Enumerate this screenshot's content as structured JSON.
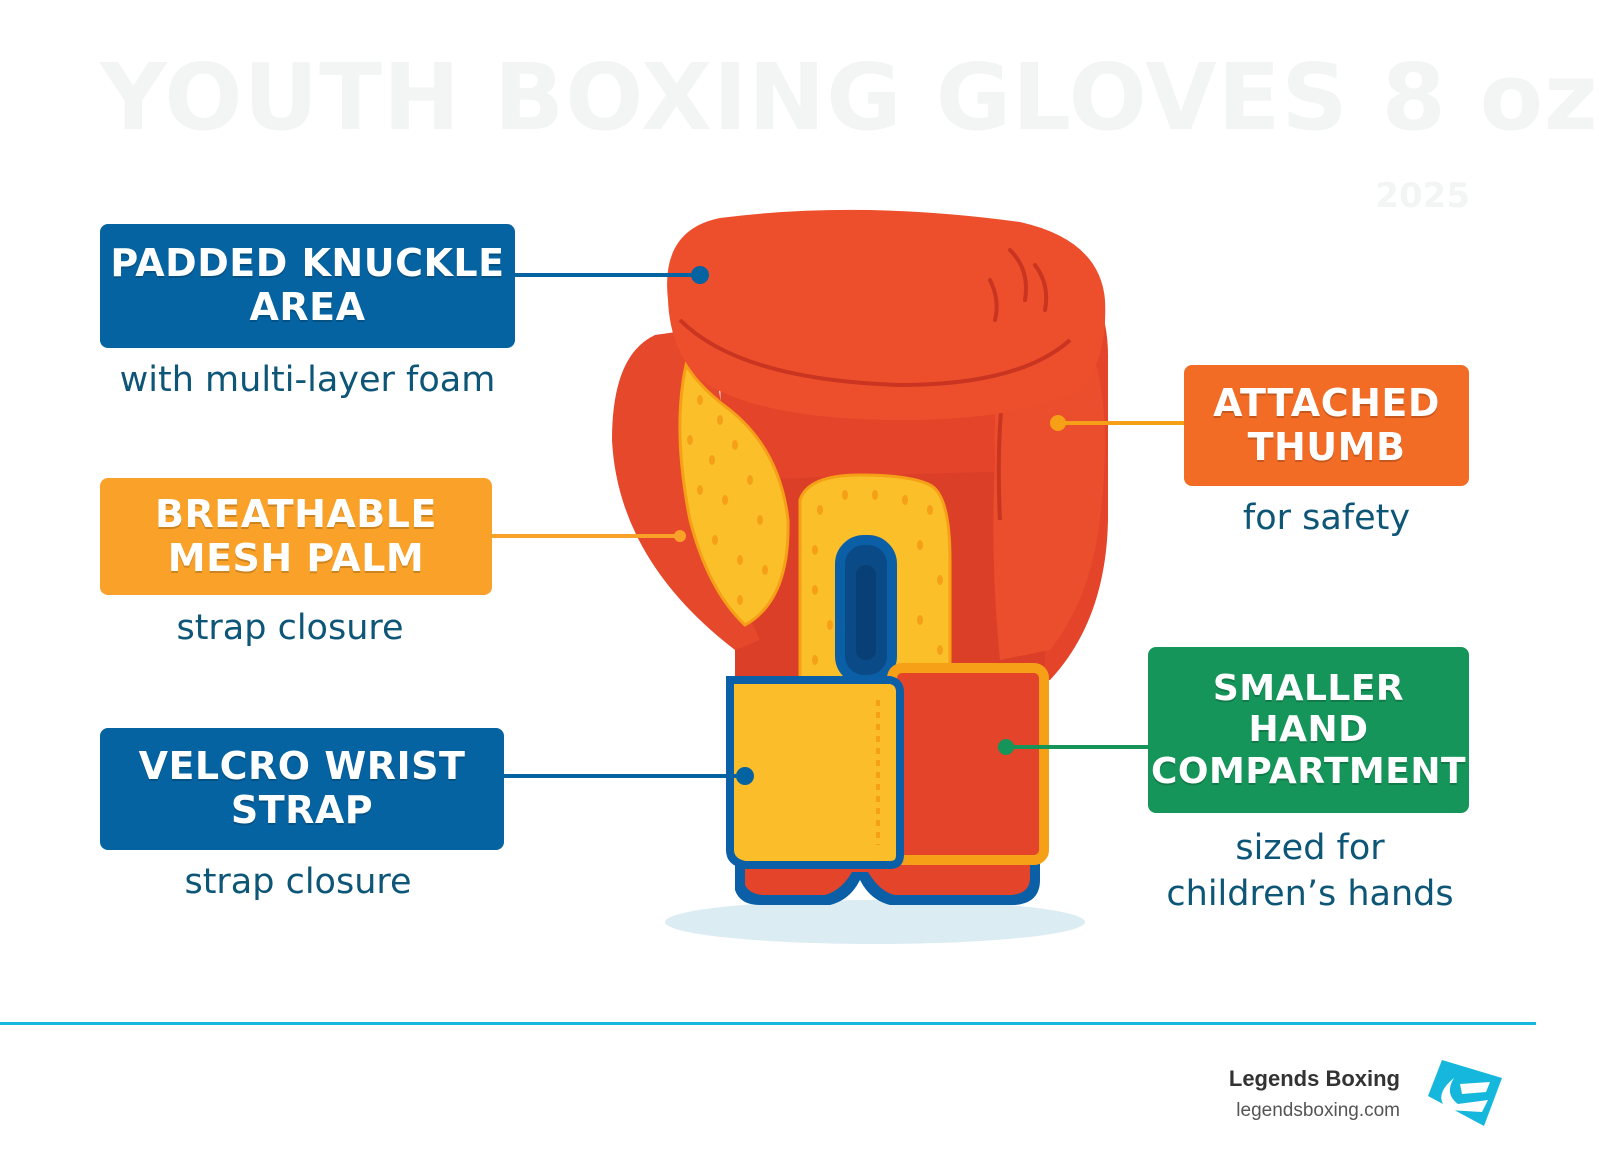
{
  "title": "YOUTH BOXING GLOVES 8 oz",
  "year": "2025",
  "callouts": {
    "knuckle": {
      "label": "PADDED KNUCKLE\nAREA",
      "note": "with multi-layer foam",
      "color": "#0563a2"
    },
    "mesh": {
      "label": "BREATHABLE\nMESH PALM",
      "note": "strap closure",
      "color": "#f9a128"
    },
    "velcro": {
      "label": "VELCRO WRIST\nSTRAP",
      "note": "strap closure",
      "color": "#0563a2"
    },
    "thumb": {
      "label": "ATTACHED\nTHUMB",
      "note": "for safety",
      "color": "#f26c25"
    },
    "hand": {
      "label": "SMALLER\nHAND\nCOMPARTMENT",
      "note": "sized for\nchildren’s hands",
      "color": "#15955a"
    }
  },
  "brand": {
    "name": "Legends Boxing",
    "url": "legendsboxing.com",
    "accent": "#16b7dd",
    "logo_icon": "legends-logo-icon"
  },
  "glove_colors": {
    "shell": "#e8472a",
    "mesh": "#fbbf2a",
    "trim": "#0a5fa6",
    "strap": "#fbbd2a"
  }
}
